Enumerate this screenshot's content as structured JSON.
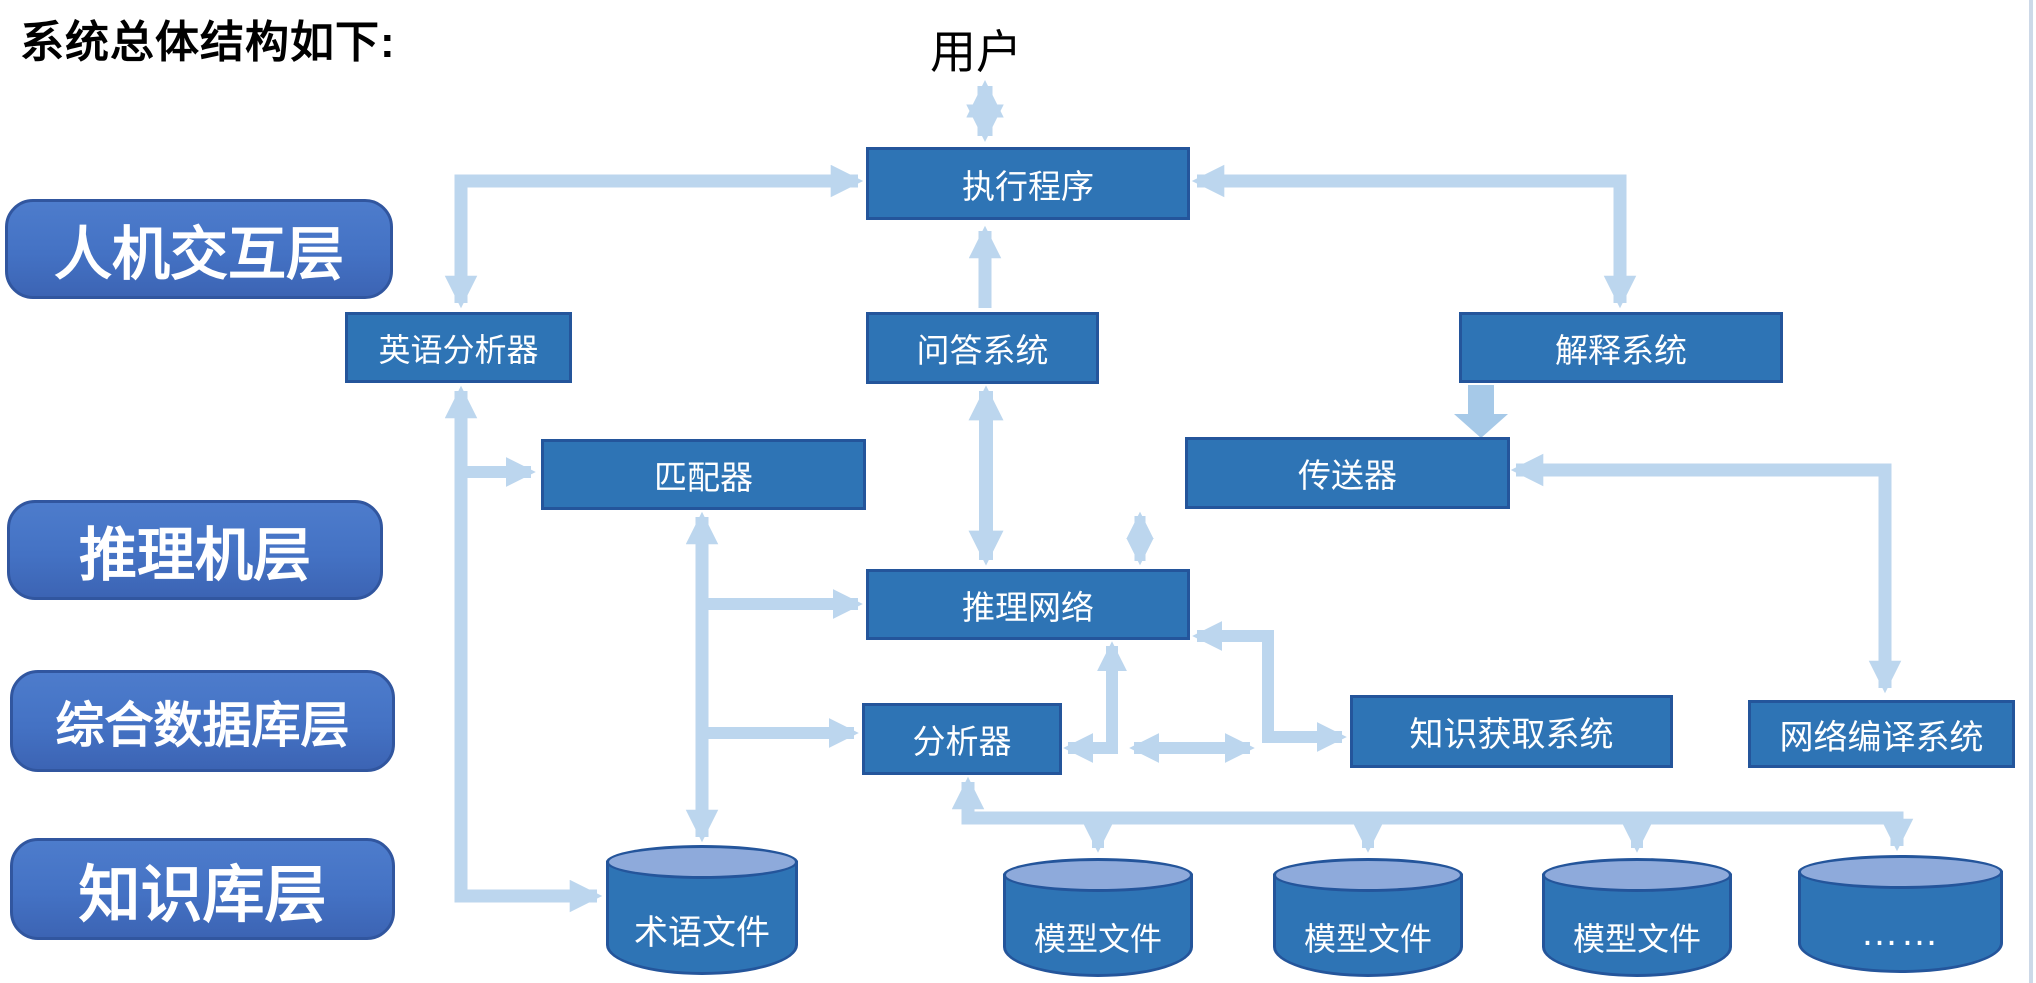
{
  "title": "系统总体结构如下:",
  "user": {
    "label": "用户"
  },
  "layers": [
    {
      "id": "hmi",
      "label": "人机交互层"
    },
    {
      "id": "inference-engine",
      "label": "推理机层"
    },
    {
      "id": "integrated-database",
      "label": "综合数据库层"
    },
    {
      "id": "knowledge-base",
      "label": "知识库层"
    }
  ],
  "nodes": {
    "exec": {
      "label": "执行程序"
    },
    "english_analyzer": {
      "label": "英语分析器"
    },
    "qa": {
      "label": "问答系统"
    },
    "explain": {
      "label": "解释系统"
    },
    "matcher": {
      "label": "匹配器"
    },
    "transmitter": {
      "label": "传送器"
    },
    "inference_net": {
      "label": "推理网络"
    },
    "analyzer": {
      "label": "分析器"
    },
    "knowledge_acq": {
      "label": "知识获取系统"
    },
    "net_compiler": {
      "label": "网络编译系统"
    }
  },
  "datastores": {
    "term_file": {
      "label": "术语文件"
    },
    "model_files": [
      {
        "label": "模型文件"
      },
      {
        "label": "模型文件"
      },
      {
        "label": "模型文件"
      }
    ],
    "more": {
      "label": "……"
    }
  },
  "colors": {
    "box-fill": "#2E74B5",
    "box-border": "#24559B",
    "pill-fill": "#4472C4",
    "pill-border": "#31569F",
    "arrow": "#BCD6EE",
    "arrow-thick": "#A6C9E8",
    "cyl-top": "#8EAADB",
    "cyl-fill": "#2E74B5",
    "cyl-border": "#24559B",
    "text-on-blue": "#FFFFFF",
    "title-color": "#000000",
    "edge-line": "#CDD9E8"
  }
}
